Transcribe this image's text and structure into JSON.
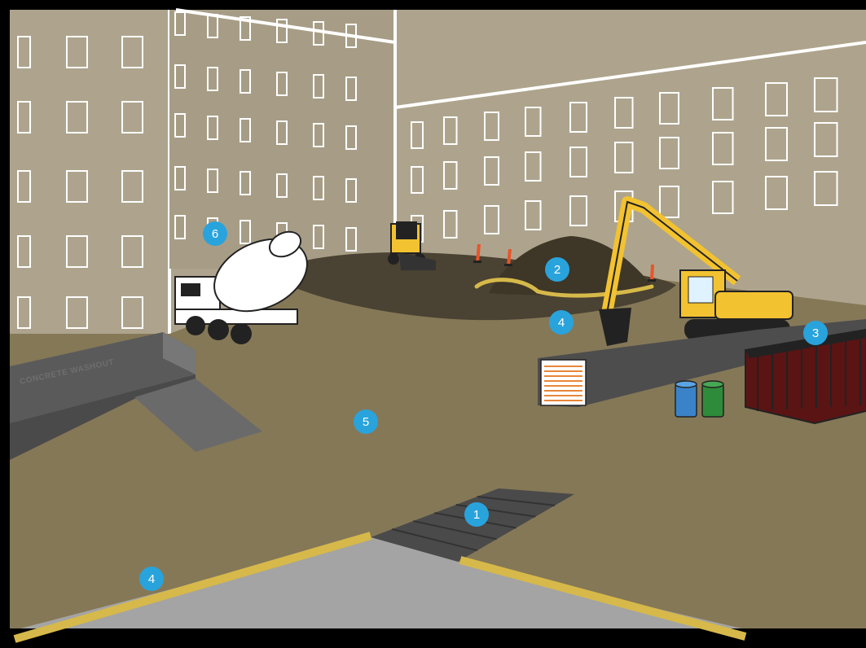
{
  "washout": {
    "label": "CONCRETE WASHOUT"
  },
  "markers": [
    {
      "id": "marker-1",
      "label": "1"
    },
    {
      "id": "marker-2",
      "label": "2"
    },
    {
      "id": "marker-3",
      "label": "3"
    },
    {
      "id": "marker-4a",
      "label": "4"
    },
    {
      "id": "marker-4b",
      "label": "4"
    },
    {
      "id": "marker-5",
      "label": "5"
    },
    {
      "id": "marker-6",
      "label": "6"
    }
  ],
  "colors": {
    "frame": "#000000",
    "building": "#aea48d",
    "ground": "#857857",
    "dirt": "#4a4232",
    "marker": "#29a3dc",
    "excavator": "#f2c230",
    "dumpster": "#5a1414",
    "concrete_slab": "#a4a4a4",
    "straw_wattle": "#d6b94a"
  }
}
